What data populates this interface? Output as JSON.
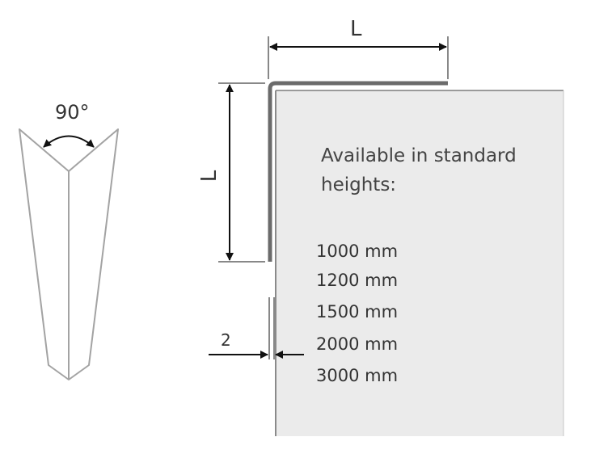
{
  "labels": {
    "angle": "90°",
    "length_top": "L",
    "length_side": "L",
    "thickness": "2"
  },
  "panel": {
    "heading_line1": "Available in standard",
    "heading_line2": "heights:",
    "heights": [
      "1000 mm",
      "1200 mm",
      "1500 mm",
      "2000 mm",
      "3000 mm"
    ]
  },
  "colors": {
    "panel_fill": "#ebebeb",
    "profile_stroke": "#6b6b6b",
    "outline": "#9a9a9a",
    "arrow": "#111111"
  }
}
